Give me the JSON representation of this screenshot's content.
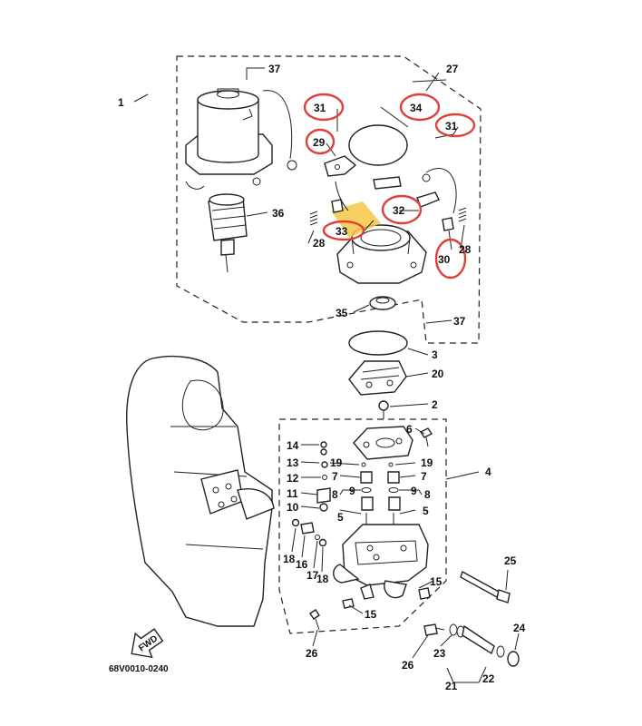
{
  "diagram_code": "68V0010-0240",
  "fwd_label": "FWD",
  "highlight_color": "#e0403a",
  "highlight_fill": "#f6c744",
  "callouts": {
    "c1": "1",
    "c2": "2",
    "c3": "3",
    "c4": "4",
    "c5a": "5",
    "c5b": "5",
    "c6": "6",
    "c7a": "7",
    "c7b": "7",
    "c8a": "8",
    "c8b": "8",
    "c9a": "9",
    "c9b": "9",
    "c10": "10",
    "c11": "11",
    "c12": "12",
    "c13": "13",
    "c14": "14",
    "c15a": "15",
    "c15b": "15",
    "c16": "16",
    "c17": "17",
    "c18a": "18",
    "c18b": "18",
    "c19a": "19",
    "c19b": "19",
    "c20": "20",
    "c21": "21",
    "c22": "22",
    "c23": "23",
    "c24": "24",
    "c25": "25",
    "c26a": "26",
    "c26b": "26",
    "c27": "27",
    "c28a": "28",
    "c28b": "28",
    "c29": "29",
    "c30": "30",
    "c31a": "31",
    "c31b": "31",
    "c32": "32",
    "c33": "33",
    "c34": "34",
    "c35": "35",
    "c36": "36",
    "c37a": "37",
    "c37b": "37"
  }
}
